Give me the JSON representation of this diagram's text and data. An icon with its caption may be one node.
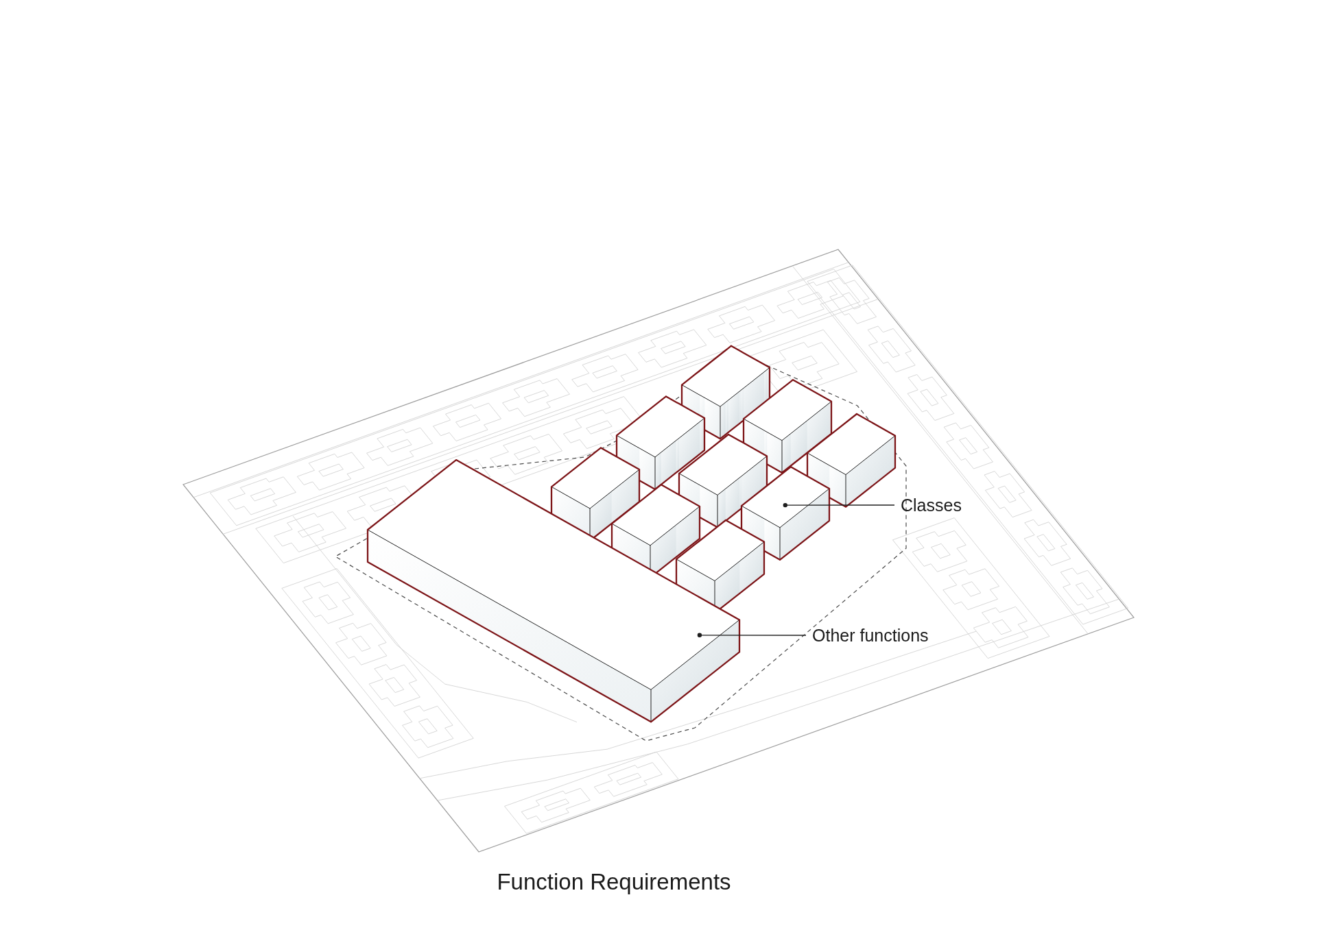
{
  "diagram": {
    "caption": "Function Requirements",
    "nodes": [
      {
        "text": [],
        "shape": "box"
      },
      {
        "text": [],
        "shape": "box"
      },
      {
        "text": [],
        "shape": "box"
      },
      {
        "text": [],
        "shape": "box"
      },
      {
        "text": [],
        "shape": "box"
      },
      {
        "text": [],
        "shape": "box"
      },
      {
        "text": [],
        "shape": "box"
      },
      {
        "text": [],
        "shape": "box"
      },
      {
        "text": [],
        "shape": "box"
      },
      {
        "text": [
          "Classes"
        ]
      },
      {
        "text": [],
        "shape": "box"
      },
      {
        "text": [
          "Other functions"
        ]
      }
    ],
    "edges": [
      {
        "from": 9,
        "to": 6,
        "arrow": "other"
      },
      {
        "from": 11,
        "to": 10,
        "arrow": "other"
      }
    ]
  }
}
